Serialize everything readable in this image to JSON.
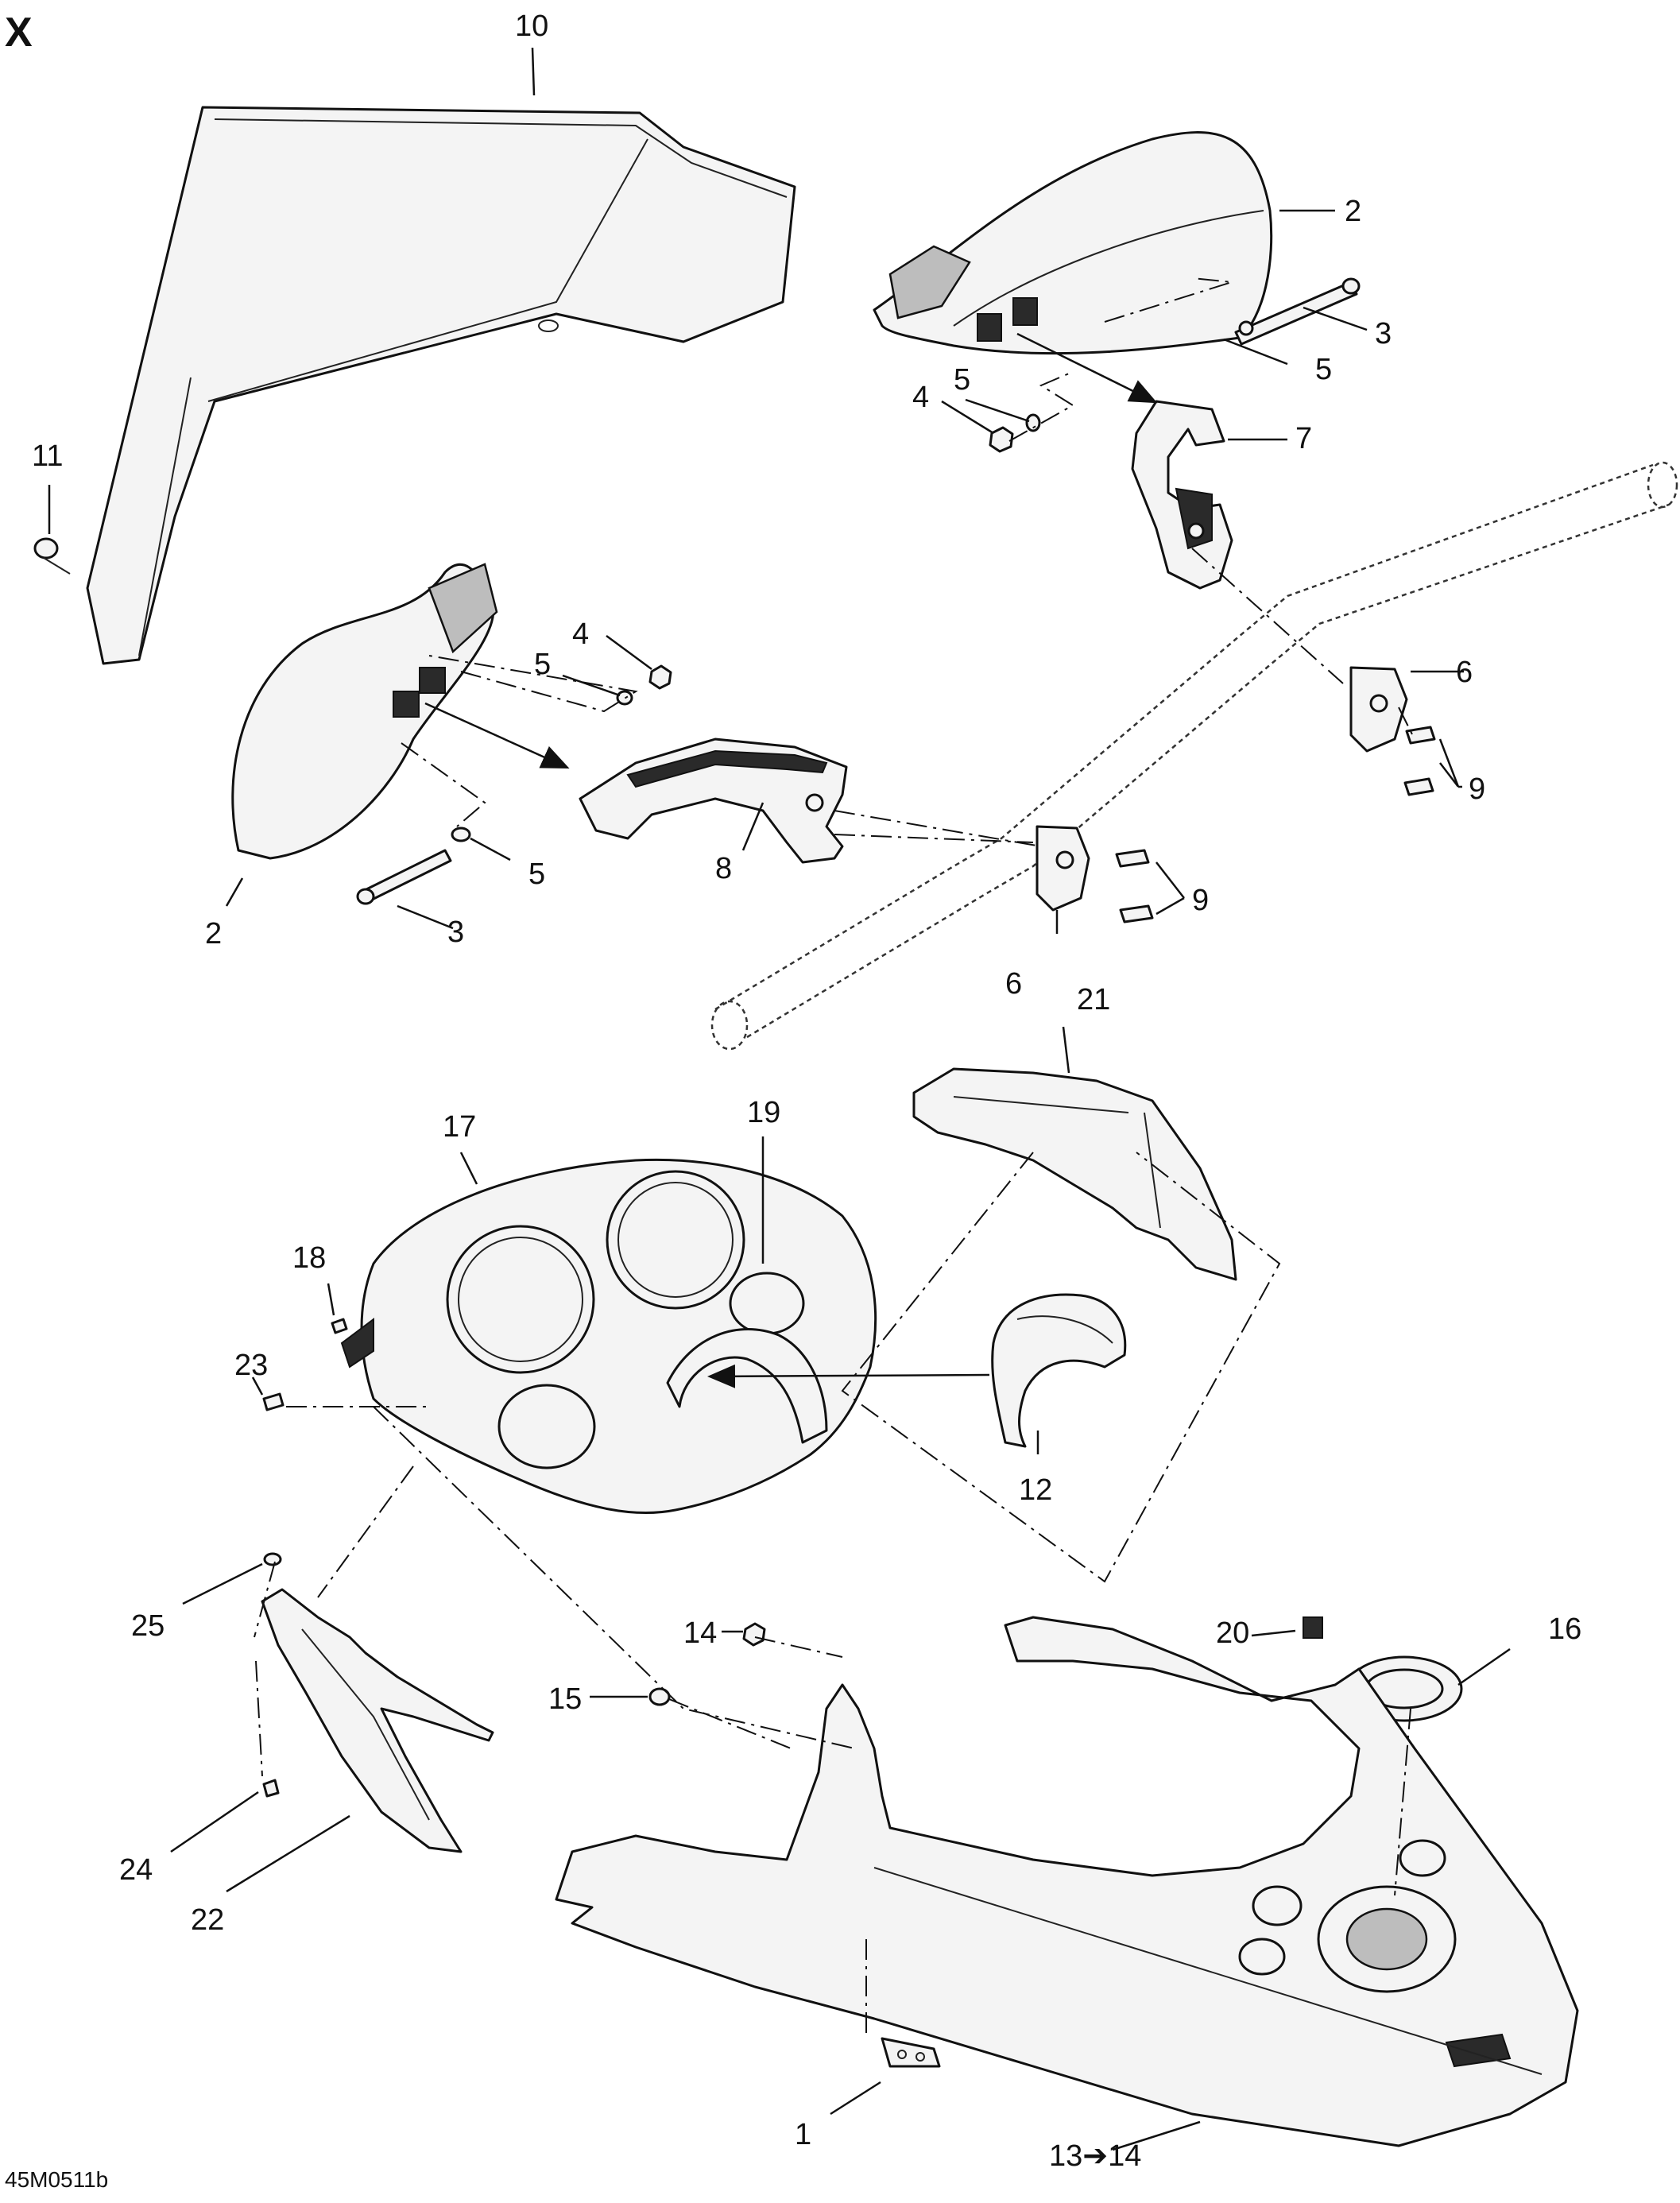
{
  "diagram_label": "X",
  "reference_code": "45M0511b",
  "callouts": [
    {
      "id": "c10",
      "text": "10"
    },
    {
      "id": "c2a",
      "text": "2"
    },
    {
      "id": "c3a",
      "text": "3"
    },
    {
      "id": "c5a",
      "text": "5"
    },
    {
      "id": "c4a",
      "text": "4"
    },
    {
      "id": "c5b",
      "text": "5"
    },
    {
      "id": "c7",
      "text": "7"
    },
    {
      "id": "c11",
      "text": "11"
    },
    {
      "id": "c4b",
      "text": "4"
    },
    {
      "id": "c5c",
      "text": "5"
    },
    {
      "id": "c6a",
      "text": "6"
    },
    {
      "id": "c9a",
      "text": "9"
    },
    {
      "id": "c5d",
      "text": "5"
    },
    {
      "id": "c8",
      "text": "8"
    },
    {
      "id": "c9b",
      "text": "9"
    },
    {
      "id": "c2b",
      "text": "2"
    },
    {
      "id": "c3b",
      "text": "3"
    },
    {
      "id": "c6b",
      "text": "6"
    },
    {
      "id": "c21",
      "text": "21"
    },
    {
      "id": "c17",
      "text": "17"
    },
    {
      "id": "c19",
      "text": "19"
    },
    {
      "id": "c18",
      "text": "18"
    },
    {
      "id": "c23",
      "text": "23"
    },
    {
      "id": "c12",
      "text": "12"
    },
    {
      "id": "c16",
      "text": "16"
    },
    {
      "id": "c25",
      "text": "25"
    },
    {
      "id": "c14",
      "text": "14"
    },
    {
      "id": "c20",
      "text": "20"
    },
    {
      "id": "c15",
      "text": "15"
    },
    {
      "id": "c24",
      "text": "24"
    },
    {
      "id": "c22",
      "text": "22"
    },
    {
      "id": "c1",
      "text": "1"
    },
    {
      "id": "c13",
      "text": "13➔14"
    }
  ]
}
